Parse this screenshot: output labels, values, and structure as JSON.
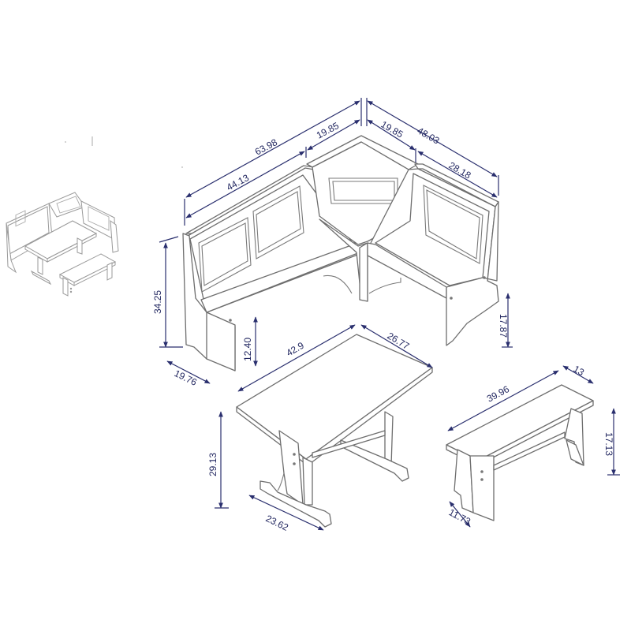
{
  "colors": {
    "dimension": "#2a2f6e",
    "outline": "#6e6e6e",
    "background": "#ffffff"
  },
  "dimensions": {
    "corner_left_total": "63.98",
    "corner_left_back": "44.13",
    "corner_corner_left": "19.85",
    "corner_corner_right": "19.85",
    "corner_right_total": "48.03",
    "corner_right_back": "28.18",
    "corner_height": "34.25",
    "corner_seat_height": "12.40",
    "corner_depth": "19.76",
    "corner_right_height": "17.87",
    "table_length": "42.9",
    "table_width": "26.77",
    "table_height": "29.13",
    "table_base": "23.62",
    "bench_length": "39.96",
    "bench_width": "13",
    "bench_height": "17.13",
    "bench_depth": "11.73"
  }
}
